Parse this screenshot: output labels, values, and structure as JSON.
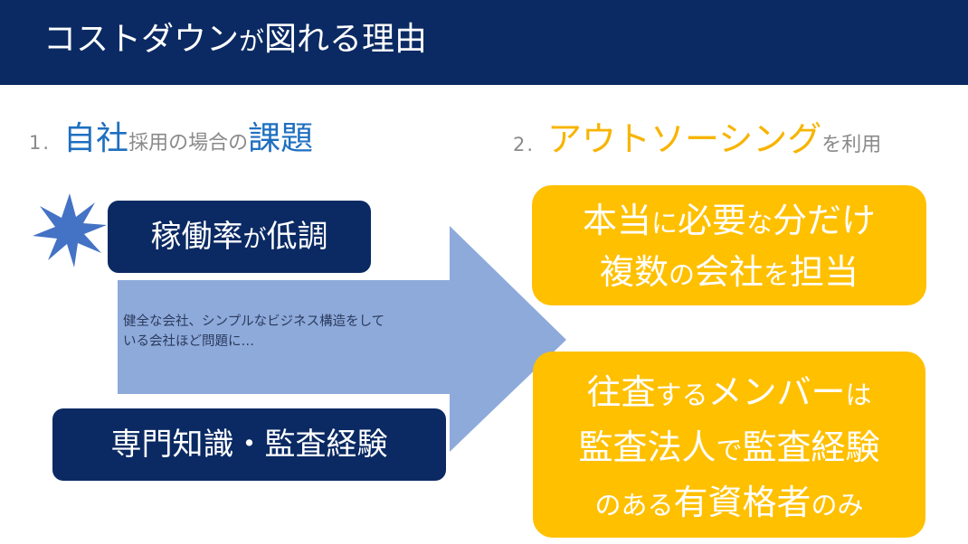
{
  "header": {
    "title_a": "コストダウン",
    "title_b": "が",
    "title_c": "図れる理由"
  },
  "left_heading": {
    "number": "1.",
    "part1": "自社",
    "part2": "採用の場合の",
    "part3": "課題"
  },
  "right_heading": {
    "number": "2.",
    "part1": "アウトソーシング",
    "part2": "を利用"
  },
  "issues": {
    "box1_a": "稼働率",
    "box1_b": "が",
    "box1_c": "低調",
    "box2": "専門知識・監査経験"
  },
  "arrow": {
    "line1": "健全な会社、シンプルなビジネス構造をして",
    "line2": "いる会社ほど問題に…"
  },
  "benefits": {
    "box1_line1_a": "本当",
    "box1_line1_b": "に",
    "box1_line1_c": "必要",
    "box1_line1_d": "な",
    "box1_line1_e": "分だけ",
    "box1_line2_a": "複数",
    "box1_line2_b": "の",
    "box1_line2_c": "会社",
    "box1_line2_d": "を",
    "box1_line2_e": "担当",
    "box2_line1_a": "往査",
    "box2_line1_b": "する",
    "box2_line1_c": "メンバー",
    "box2_line1_d": "は",
    "box2_line2_a": "監査法人",
    "box2_line2_b": "で",
    "box2_line2_c": "監査経験",
    "box2_line3_a": "のある",
    "box2_line3_b": "有資格者",
    "box2_line3_c": "のみ"
  },
  "colors": {
    "navy": "#0b2a63",
    "blue_accent": "#1e6fc0",
    "yellow_accent": "#f7b400",
    "gold_box": "#ffc000",
    "arrow_fill": "#8eaadb",
    "starburst": "#4472c4"
  }
}
